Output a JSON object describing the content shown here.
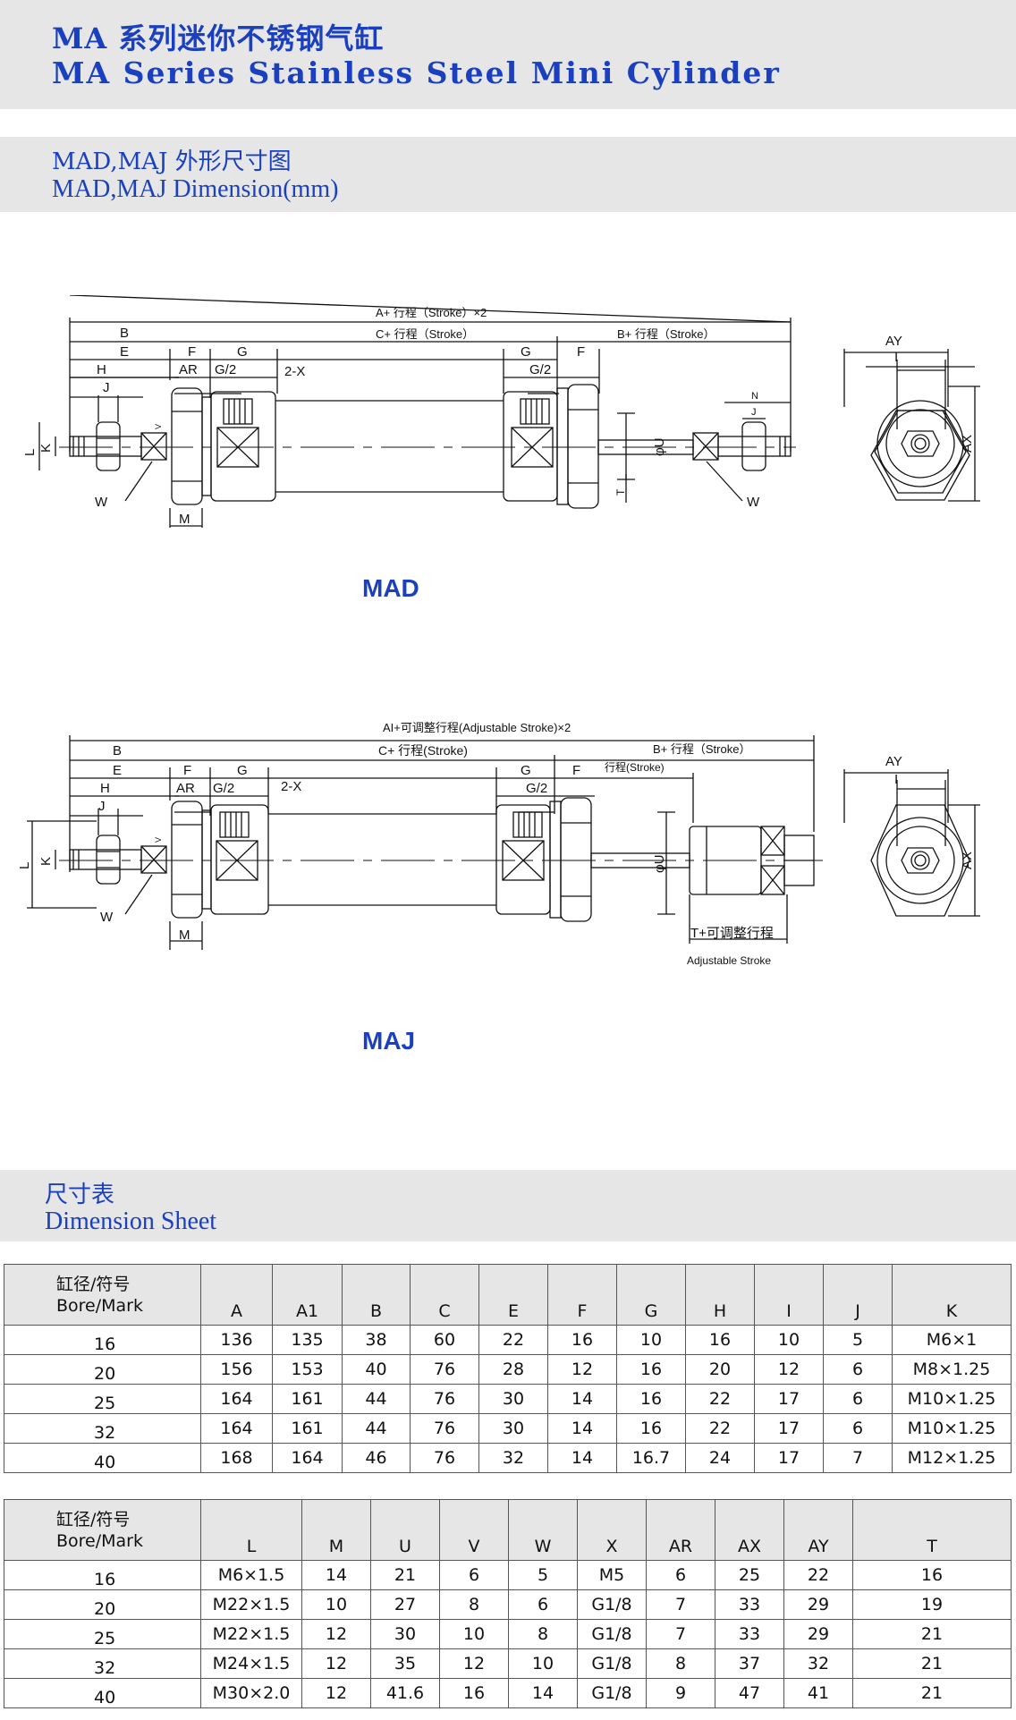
{
  "header": {
    "title_zh": "MA 系列迷你不锈钢气缸",
    "title_en": "MA Series Stainless Steel Mini Cylinder"
  },
  "dimension_section": {
    "title_zh": "MAD,MAJ 外形尺寸图",
    "title_en": "MAD,MAJ Dimension(mm)"
  },
  "mad_drawing": {
    "model": "MAD",
    "labels": {
      "a": "A+ 行程（Stroke）×2",
      "b": "B",
      "c": "C+ 行程（Stroke）",
      "b_plus": "B+ 行程（Stroke）",
      "e": "E",
      "f": "F",
      "g": "G",
      "g_right": "G",
      "f_right": "F",
      "h": "H",
      "j": "J",
      "ar": "AR",
      "g2": "G/2",
      "g2_right": "G/2",
      "x": "2-X",
      "l": "L",
      "k": "K",
      "w": "W",
      "w_right": "W",
      "m": "M",
      "v": "V",
      "u": "φU",
      "t": "T",
      "n": "N",
      "j_right": "J",
      "ay": "AY",
      "i": "I",
      "ax": "AX"
    }
  },
  "maj_drawing": {
    "model": "MAJ",
    "labels": {
      "a1": "AI+可调整行程(Adjustable Stroke)×2",
      "b": "B",
      "c": "C+ 行程(Stroke)",
      "b_plus": "B+ 行程（Stroke）",
      "stroke": "行程(Stroke)",
      "e": "E",
      "f": "F",
      "g": "G",
      "g_right": "G",
      "f_right": "F",
      "h": "H",
      "j": "J",
      "ar": "AR",
      "g2": "G/2",
      "g2_right": "G/2",
      "x": "2-X",
      "l": "L",
      "k": "K",
      "w": "W",
      "m": "M",
      "v": "V",
      "u": "φU",
      "t_adj": "T+可调整行程",
      "adj_stroke": "Adjustable Stroke",
      "ay": "AY",
      "i": "I",
      "ax": "AX"
    }
  },
  "sheet_section": {
    "title_zh": "尺寸表",
    "title_en": "Dimension Sheet"
  },
  "table1": {
    "mark_zh": "缸径/符号",
    "mark_en": "Bore/Mark",
    "headers": [
      "A",
      "A1",
      "B",
      "C",
      "E",
      "F",
      "G",
      "H",
      "I",
      "J",
      "K"
    ],
    "rows": [
      [
        "16",
        "136",
        "135",
        "38",
        "60",
        "22",
        "16",
        "10",
        "16",
        "10",
        "5",
        "M6×1"
      ],
      [
        "20",
        "156",
        "153",
        "40",
        "76",
        "28",
        "12",
        "16",
        "20",
        "12",
        "6",
        "M8×1.25"
      ],
      [
        "25",
        "164",
        "161",
        "44",
        "76",
        "30",
        "14",
        "16",
        "22",
        "17",
        "6",
        "M10×1.25"
      ],
      [
        "32",
        "164",
        "161",
        "44",
        "76",
        "30",
        "14",
        "16",
        "22",
        "17",
        "6",
        "M10×1.25"
      ],
      [
        "40",
        "168",
        "164",
        "46",
        "76",
        "32",
        "14",
        "16.7",
        "24",
        "17",
        "7",
        "M12×1.25"
      ]
    ]
  },
  "table2": {
    "mark_zh": "缸径/符号",
    "mark_en": "Bore/Mark",
    "headers": [
      "L",
      "M",
      "U",
      "V",
      "W",
      "X",
      "AR",
      "AX",
      "AY",
      "T"
    ],
    "rows": [
      [
        "16",
        "M6×1.5",
        "14",
        "21",
        "6",
        "5",
        "M5",
        "6",
        "25",
        "22",
        "16"
      ],
      [
        "20",
        "M22×1.5",
        "10",
        "27",
        "8",
        "6",
        "G1/8",
        "7",
        "33",
        "29",
        "19"
      ],
      [
        "25",
        "M22×1.5",
        "12",
        "30",
        "10",
        "8",
        "G1/8",
        "7",
        "33",
        "29",
        "21"
      ],
      [
        "32",
        "M24×1.5",
        "12",
        "35",
        "12",
        "10",
        "G1/8",
        "8",
        "37",
        "32",
        "21"
      ],
      [
        "40",
        "M30×2.0",
        "12",
        "41.6",
        "16",
        "14",
        "G1/8",
        "9",
        "47",
        "41",
        "21"
      ]
    ]
  }
}
